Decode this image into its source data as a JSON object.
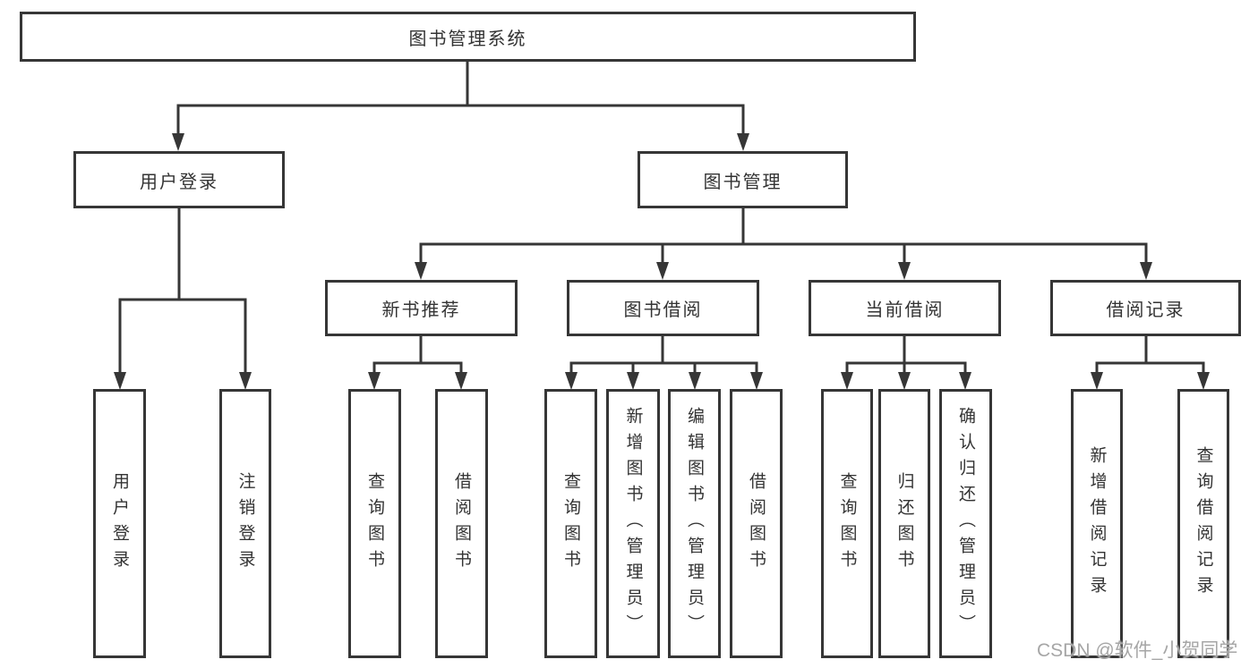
{
  "tree": {
    "root": {
      "label": "图书管理系统",
      "children": [
        {
          "label": "用户登录",
          "children": [
            {
              "label": "用户登录"
            },
            {
              "label": "注销登录"
            }
          ]
        },
        {
          "label": "图书管理",
          "children": [
            {
              "label": "新书推荐",
              "children": [
                {
                  "label": "查询图书"
                },
                {
                  "label": "借阅图书"
                }
              ]
            },
            {
              "label": "图书借阅",
              "children": [
                {
                  "label": "查询图书"
                },
                {
                  "label": "新增图书（管理员）"
                },
                {
                  "label": "编辑图书（管理员）"
                },
                {
                  "label": "借阅图书"
                }
              ]
            },
            {
              "label": "当前借阅",
              "children": [
                {
                  "label": "查询图书"
                },
                {
                  "label": "归还图书"
                },
                {
                  "label": "确认归还（管理员）"
                }
              ]
            },
            {
              "label": "借阅记录",
              "children": [
                {
                  "label": "新增借阅记录"
                },
                {
                  "label": "查询借阅记录"
                }
              ]
            }
          ]
        }
      ]
    }
  },
  "watermark": {
    "text": "CSDN @软件_小贺同学"
  },
  "colors": {
    "line": "#363636",
    "text": "#333333",
    "watermark": "#a6a6a6",
    "bg": "#ffffff"
  }
}
